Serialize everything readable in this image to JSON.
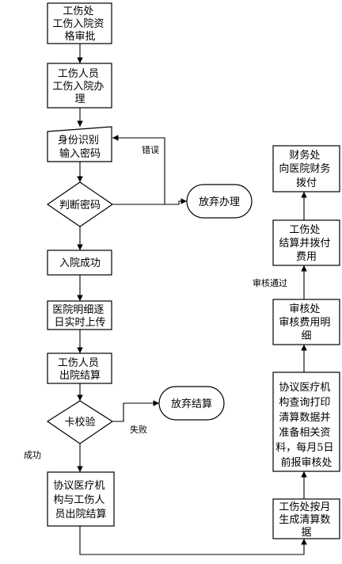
{
  "nodes": {
    "n1": [
      "工伤处",
      "工伤入院资",
      "格审批"
    ],
    "n2": [
      "工伤人员",
      "工伤入院办",
      "理"
    ],
    "n3": [
      "身份识别",
      "输入密码"
    ],
    "n4": [
      "判断密码"
    ],
    "n5": [
      "放弃办理"
    ],
    "n6": [
      "入院成功"
    ],
    "n7": [
      "医院明细逐",
      "日实时上传"
    ],
    "n8": [
      "工伤人员",
      "出院结算"
    ],
    "n9": [
      "卡校验"
    ],
    "n10": [
      "放弃结算"
    ],
    "n11": [
      "协议医疗机",
      "构与工伤人",
      "员出院结算"
    ],
    "n12": [
      "工伤处按月",
      "生成清算数",
      "据"
    ],
    "n13": [
      "协议医疗机",
      "构查询打印",
      "清算数据并",
      "准备相关资",
      "料，每月5日",
      "前报审核处"
    ],
    "n14": [
      "审核处",
      "审核费用明",
      "细"
    ],
    "n15": [
      "工伤处",
      "结算并拨付",
      "费用"
    ],
    "n16": [
      "财务处",
      "向医院财务",
      "拨付"
    ]
  },
  "edge_labels": {
    "error": "错误",
    "fail": "失败",
    "success": "成功",
    "approved": "审核通过"
  }
}
